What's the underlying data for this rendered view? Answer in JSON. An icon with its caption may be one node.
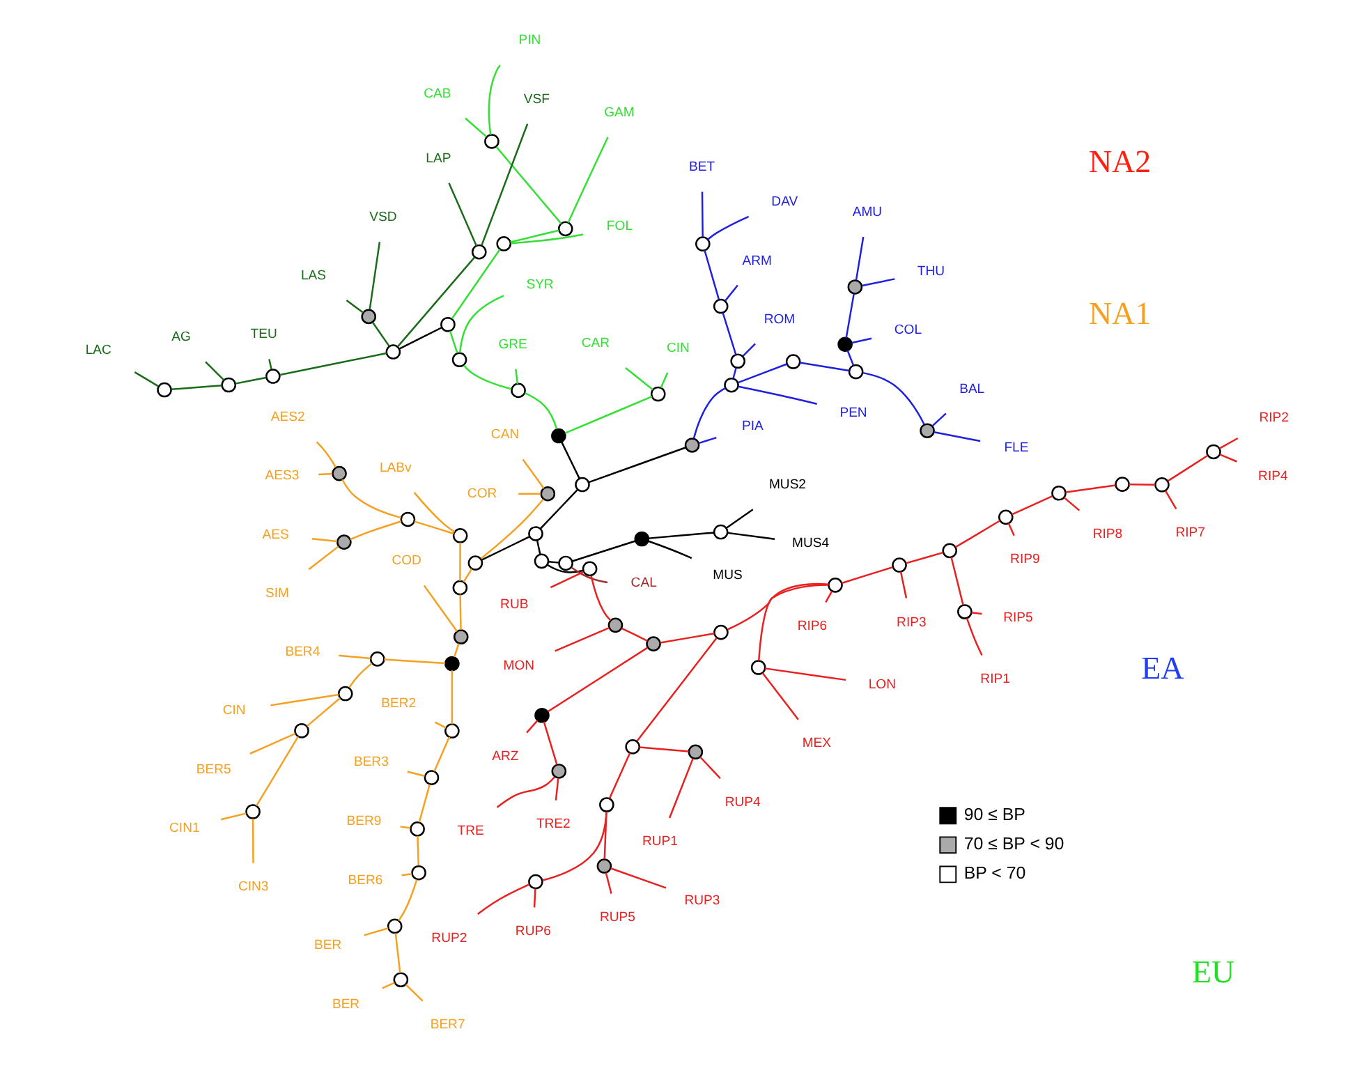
{
  "diagram": {
    "nodes": [
      {
        "text": [],
        "shape": "circle"
      },
      {
        "text": [],
        "shape": "circle"
      },
      {
        "text": [
          "CAL"
        ]
      },
      {
        "text": [],
        "shape": "circle"
      },
      {
        "text": [
          "MUS"
        ]
      },
      {
        "text": [],
        "shape": "circle"
      },
      {
        "text": [
          "MUS4"
        ]
      },
      {
        "text": [
          "MUS2"
        ]
      },
      {
        "text": [],
        "shape": "circle"
      },
      {
        "text": [],
        "shape": "circle"
      },
      {
        "text": [],
        "shape": "circle"
      },
      {
        "text": [
          "PIA"
        ]
      },
      {
        "text": [],
        "shape": "circle"
      },
      {
        "text": [
          "PEN"
        ]
      },
      {
        "text": [],
        "shape": "circle"
      },
      {
        "text": [],
        "shape": "circle"
      },
      {
        "text": [],
        "shape": "circle"
      },
      {
        "text": [
          "FLE"
        ]
      },
      {
        "text": [
          "BAL"
        ]
      },
      {
        "text": [],
        "shape": "circle"
      },
      {
        "text": [
          "COL"
        ]
      },
      {
        "text": [],
        "shape": "circle"
      },
      {
        "text": [
          "THU"
        ]
      },
      {
        "text": [
          "AMU"
        ]
      },
      {
        "text": [],
        "shape": "circle"
      },
      {
        "text": [
          "ROM"
        ]
      },
      {
        "text": [],
        "shape": "circle"
      },
      {
        "text": [
          "ARM"
        ]
      },
      {
        "text": [],
        "shape": "circle"
      },
      {
        "text": [
          "DAV"
        ]
      },
      {
        "text": [
          "BET"
        ]
      },
      {
        "text": [],
        "shape": "circle"
      },
      {
        "text": [],
        "shape": "circle"
      },
      {
        "text": [
          "CIN"
        ]
      },
      {
        "text": [
          "CAR"
        ]
      },
      {
        "text": [],
        "shape": "circle"
      },
      {
        "text": [
          "GRE"
        ]
      },
      {
        "text": [],
        "shape": "circle"
      },
      {
        "text": [
          "SYR"
        ]
      },
      {
        "text": [],
        "shape": "circle"
      },
      {
        "text": [],
        "shape": "circle"
      },
      {
        "text": [
          "FOL"
        ]
      },
      {
        "text": [],
        "shape": "circle"
      },
      {
        "text": [
          "GAM"
        ]
      },
      {
        "text": [],
        "shape": "circle"
      },
      {
        "text": [
          "PIN"
        ]
      },
      {
        "text": [
          "CAB"
        ]
      },
      {
        "text": [],
        "shape": "circle"
      },
      {
        "text": [],
        "shape": "circle"
      },
      {
        "text": [
          "VSF"
        ]
      },
      {
        "text": [
          "LAP"
        ]
      },
      {
        "text": [],
        "shape": "circle"
      },
      {
        "text": [
          "VSD"
        ]
      },
      {
        "text": [
          "LAS"
        ]
      },
      {
        "text": [],
        "shape": "circle"
      },
      {
        "text": [
          "TEU"
        ]
      },
      {
        "text": [],
        "shape": "circle"
      },
      {
        "text": [
          "AG"
        ]
      },
      {
        "text": [],
        "shape": "circle"
      },
      {
        "text": [
          "LAC"
        ]
      },
      {
        "text": [],
        "shape": "circle"
      },
      {
        "text": [],
        "shape": "circle"
      },
      {
        "text": [
          "CAN"
        ]
      },
      {
        "text": [
          "COR"
        ]
      },
      {
        "text": [],
        "shape": "circle"
      },
      {
        "text": [],
        "shape": "circle"
      },
      {
        "text": [
          "LABv"
        ]
      },
      {
        "text": [],
        "shape": "circle"
      },
      {
        "text": [],
        "shape": "circle"
      },
      {
        "text": [
          "AES2"
        ]
      },
      {
        "text": [
          "AES3"
        ]
      },
      {
        "text": [],
        "shape": "circle"
      },
      {
        "text": [
          "AES"
        ]
      },
      {
        "text": [
          "SIM"
        ]
      },
      {
        "text": [],
        "shape": "circle"
      },
      {
        "text": [
          "COD"
        ]
      },
      {
        "text": [],
        "shape": "circle"
      },
      {
        "text": [],
        "shape": "circle"
      },
      {
        "text": [
          "BER4"
        ]
      },
      {
        "text": [],
        "shape": "circle"
      },
      {
        "text": [
          "CIN"
        ]
      },
      {
        "text": [],
        "shape": "circle"
      },
      {
        "text": [
          "BER5"
        ]
      },
      {
        "text": [],
        "shape": "circle"
      },
      {
        "text": [
          "CIN1"
        ]
      },
      {
        "text": [
          "CIN3"
        ]
      },
      {
        "text": [],
        "shape": "circle"
      },
      {
        "text": [
          "BER2"
        ]
      },
      {
        "text": [],
        "shape": "circle"
      },
      {
        "text": [
          "BER3"
        ]
      },
      {
        "text": [],
        "shape": "circle"
      },
      {
        "text": [
          "BER9"
        ]
      },
      {
        "text": [],
        "shape": "circle"
      },
      {
        "text": [
          "BER6"
        ]
      },
      {
        "text": [],
        "shape": "circle"
      },
      {
        "text": [
          "BER"
        ]
      },
      {
        "text": [],
        "shape": "circle"
      },
      {
        "text": [
          "BER"
        ]
      },
      {
        "text": [
          "BER7"
        ]
      },
      {
        "text": [],
        "shape": "circle"
      },
      {
        "text": [
          "RUB"
        ]
      },
      {
        "text": [],
        "shape": "circle"
      },
      {
        "text": [
          "MON"
        ]
      },
      {
        "text": [],
        "shape": "circle"
      },
      {
        "text": [],
        "shape": "circle"
      },
      {
        "text": [
          "ARZ"
        ]
      },
      {
        "text": [],
        "shape": "circle"
      },
      {
        "text": [
          "TRE"
        ]
      },
      {
        "text": [
          "TRE2"
        ]
      },
      {
        "text": [],
        "shape": "circle"
      },
      {
        "text": [],
        "shape": "circle"
      },
      {
        "text": [],
        "shape": "circle"
      },
      {
        "text": [],
        "shape": "circle"
      },
      {
        "text": [
          "RUP2"
        ]
      },
      {
        "text": [
          "RUP6"
        ]
      },
      {
        "text": [],
        "shape": "circle"
      },
      {
        "text": [
          "RUP5"
        ]
      },
      {
        "text": [
          "RUP3"
        ]
      },
      {
        "text": [],
        "shape": "circle"
      },
      {
        "text": [
          "RUP1"
        ]
      },
      {
        "text": [
          "RUP4"
        ]
      },
      {
        "text": [],
        "shape": "circle"
      },
      {
        "text": [],
        "shape": "circle"
      },
      {
        "text": [
          "MEX"
        ]
      },
      {
        "text": [
          "LON"
        ]
      },
      {
        "text": [
          "RIP6"
        ]
      },
      {
        "text": [],
        "shape": "circle"
      },
      {
        "text": [
          "RIP3"
        ]
      },
      {
        "text": [],
        "shape": "circle"
      },
      {
        "text": [],
        "shape": "circle"
      },
      {
        "text": [
          "RIP1"
        ]
      },
      {
        "text": [
          "RIP5"
        ]
      },
      {
        "text": [],
        "shape": "circle"
      },
      {
        "text": [
          "RIP9"
        ]
      },
      {
        "text": [],
        "shape": "circle"
      },
      {
        "text": [
          "RIP8"
        ]
      },
      {
        "text": [],
        "shape": "circle"
      },
      {
        "text": [],
        "shape": "circle"
      },
      {
        "text": [
          "RIP7"
        ]
      },
      {
        "text": [],
        "shape": "circle"
      },
      {
        "text": [
          "RIP4"
        ]
      },
      {
        "text": [
          "RIP2"
        ]
      }
    ],
    "edges": [
      {
        "from": 0,
        "to": 1,
        "arrow": "none",
        "color": "#000000"
      },
      {
        "from": 0,
        "to": 8,
        "arrow": "none",
        "color": "#000000"
      },
      {
        "from": 0,
        "to": 99,
        "arrow": "none",
        "color": "#000000"
      },
      {
        "from": 1,
        "to": 2,
        "arrow": "none",
        "color": "#a52a2a"
      },
      {
        "from": 1,
        "to": 3,
        "arrow": "none",
        "color": "#000000"
      },
      {
        "from": 3,
        "to": 4,
        "arrow": "none",
        "color": "#000000"
      },
      {
        "from": 3,
        "to": 5,
        "arrow": "none",
        "color": "#000000"
      },
      {
        "from": 5,
        "to": 6,
        "arrow": "none",
        "color": "#000000"
      },
      {
        "from": 5,
        "to": 7,
        "arrow": "none",
        "color": "#000000"
      },
      {
        "from": 8,
        "to": 60,
        "arrow": "none",
        "color": "#000000"
      },
      {
        "from": 8,
        "to": 9,
        "arrow": "none",
        "color": "#000000"
      },
      {
        "from": 9,
        "to": 10,
        "arrow": "none",
        "color": "#000000"
      },
      {
        "from": 9,
        "to": 31,
        "arrow": "none",
        "color": "#000000"
      },
      {
        "from": 10,
        "to": 11,
        "arrow": "none",
        "color": "#1f1fe0"
      },
      {
        "from": 10,
        "to": 12,
        "arrow": "none",
        "color": "#1f1fe0"
      },
      {
        "from": 12,
        "to": 13,
        "arrow": "none",
        "color": "#1f1fe0"
      },
      {
        "from": 12,
        "to": 14,
        "arrow": "none",
        "color": "#1f1fe0"
      },
      {
        "from": 12,
        "to": 24,
        "arrow": "none",
        "color": "#1f1fe0"
      },
      {
        "from": 14,
        "to": 15,
        "arrow": "none",
        "color": "#1f1fe0"
      },
      {
        "from": 15,
        "to": 16,
        "arrow": "none",
        "color": "#1f1fe0"
      },
      {
        "from": 15,
        "to": 19,
        "arrow": "none",
        "color": "#1f1fe0"
      },
      {
        "from": 16,
        "to": 17,
        "arrow": "none",
        "color": "#1f1fe0"
      },
      {
        "from": 16,
        "to": 18,
        "arrow": "none",
        "color": "#1f1fe0"
      },
      {
        "from": 19,
        "to": 20,
        "arrow": "none",
        "color": "#1f1fe0"
      },
      {
        "from": 19,
        "to": 21,
        "arrow": "none",
        "color": "#1f1fe0"
      },
      {
        "from": 21,
        "to": 22,
        "arrow": "none",
        "color": "#1f1fe0"
      },
      {
        "from": 21,
        "to": 23,
        "arrow": "none",
        "color": "#1f1fe0"
      },
      {
        "from": 24,
        "to": 25,
        "arrow": "none",
        "color": "#1f1fe0"
      },
      {
        "from": 24,
        "to": 26,
        "arrow": "none",
        "color": "#1f1fe0"
      },
      {
        "from": 26,
        "to": 27,
        "arrow": "none",
        "color": "#1f1fe0"
      },
      {
        "from": 26,
        "to": 28,
        "arrow": "none",
        "color": "#1f1fe0"
      },
      {
        "from": 28,
        "to": 29,
        "arrow": "none",
        "color": "#1f1fe0"
      },
      {
        "from": 28,
        "to": 30,
        "arrow": "none",
        "color": "#1f1fe0"
      },
      {
        "from": 31,
        "to": 32,
        "arrow": "none",
        "color": "#33e033"
      },
      {
        "from": 31,
        "to": 35,
        "arrow": "none",
        "color": "#33e033"
      },
      {
        "from": 32,
        "to": 33,
        "arrow": "none",
        "color": "#33e033"
      },
      {
        "from": 32,
        "to": 34,
        "arrow": "none",
        "color": "#33e033"
      },
      {
        "from": 35,
        "to": 36,
        "arrow": "none",
        "color": "#33e033"
      },
      {
        "from": 35,
        "to": 37,
        "arrow": "none",
        "color": "#33e033"
      },
      {
        "from": 37,
        "to": 38,
        "arrow": "none",
        "color": "#33e033"
      },
      {
        "from": 37,
        "to": 39,
        "arrow": "none",
        "color": "#33e033"
      },
      {
        "from": 39,
        "to": 40,
        "arrow": "none",
        "color": "#33e033"
      },
      {
        "from": 40,
        "to": 41,
        "arrow": "none",
        "color": "#33e033"
      },
      {
        "from": 40,
        "to": 42,
        "arrow": "none",
        "color": "#33e033"
      },
      {
        "from": 42,
        "to": 43,
        "arrow": "none",
        "color": "#33e033"
      },
      {
        "from": 42,
        "to": 44,
        "arrow": "none",
        "color": "#33e033"
      },
      {
        "from": 44,
        "to": 45,
        "arrow": "none",
        "color": "#33e033"
      },
      {
        "from": 44,
        "to": 46,
        "arrow": "none",
        "color": "#33e033"
      },
      {
        "from": 39,
        "to": 47,
        "arrow": "none",
        "color": "#000000"
      },
      {
        "from": 47,
        "to": 48,
        "arrow": "none",
        "color": "#1a6b1a"
      },
      {
        "from": 47,
        "to": 51,
        "arrow": "none",
        "color": "#1a6b1a"
      },
      {
        "from": 47,
        "to": 54,
        "arrow": "none",
        "color": "#1a6b1a"
      },
      {
        "from": 48,
        "to": 49,
        "arrow": "none",
        "color": "#1a6b1a"
      },
      {
        "from": 48,
        "to": 50,
        "arrow": "none",
        "color": "#1a6b1a"
      },
      {
        "from": 51,
        "to": 52,
        "arrow": "none",
        "color": "#1a6b1a"
      },
      {
        "from": 51,
        "to": 53,
        "arrow": "none",
        "color": "#1a6b1a"
      },
      {
        "from": 54,
        "to": 55,
        "arrow": "none",
        "color": "#1a6b1a"
      },
      {
        "from": 54,
        "to": 56,
        "arrow": "none",
        "color": "#1a6b1a"
      },
      {
        "from": 56,
        "to": 57,
        "arrow": "none",
        "color": "#1a6b1a"
      },
      {
        "from": 56,
        "to": 58,
        "arrow": "none",
        "color": "#1a6b1a"
      },
      {
        "from": 58,
        "to": 59,
        "arrow": "none",
        "color": "#1a6b1a"
      },
      {
        "from": 60,
        "to": 61,
        "arrow": "none",
        "color": "#f5a020"
      },
      {
        "from": 60,
        "to": 64,
        "arrow": "none",
        "color": "#f5a020"
      },
      {
        "from": 61,
        "to": 62,
        "arrow": "none",
        "color": "#f5a020"
      },
      {
        "from": 61,
        "to": 63,
        "arrow": "none",
        "color": "#f5a020"
      },
      {
        "from": 64,
        "to": 65,
        "arrow": "none",
        "color": "#f5a020"
      },
      {
        "from": 64,
        "to": 74,
        "arrow": "none",
        "color": "#f5a020"
      },
      {
        "from": 65,
        "to": 66,
        "arrow": "none",
        "color": "#f5a020"
      },
      {
        "from": 65,
        "to": 67,
        "arrow": "none",
        "color": "#f5a020"
      },
      {
        "from": 67,
        "to": 68,
        "arrow": "none",
        "color": "#f5a020"
      },
      {
        "from": 67,
        "to": 71,
        "arrow": "none",
        "color": "#f5a020"
      },
      {
        "from": 68,
        "to": 69,
        "arrow": "none",
        "color": "#f5a020"
      },
      {
        "from": 68,
        "to": 70,
        "arrow": "none",
        "color": "#f5a020"
      },
      {
        "from": 71,
        "to": 72,
        "arrow": "none",
        "color": "#f5a020"
      },
      {
        "from": 71,
        "to": 73,
        "arrow": "none",
        "color": "#f5a020"
      },
      {
        "from": 74,
        "to": 75,
        "arrow": "none",
        "color": "#f5a020"
      },
      {
        "from": 74,
        "to": 76,
        "arrow": "none",
        "color": "#f5a020"
      },
      {
        "from": 76,
        "to": 77,
        "arrow": "none",
        "color": "#f5a020"
      },
      {
        "from": 76,
        "to": 86,
        "arrow": "none",
        "color": "#f5a020"
      },
      {
        "from": 77,
        "to": 78,
        "arrow": "none",
        "color": "#f5a020"
      },
      {
        "from": 77,
        "to": 79,
        "arrow": "none",
        "color": "#f5a020"
      },
      {
        "from": 79,
        "to": 80,
        "arrow": "none",
        "color": "#f5a020"
      },
      {
        "from": 79,
        "to": 81,
        "arrow": "none",
        "color": "#f5a020"
      },
      {
        "from": 81,
        "to": 82,
        "arrow": "none",
        "color": "#f5a020"
      },
      {
        "from": 81,
        "to": 83,
        "arrow": "none",
        "color": "#f5a020"
      },
      {
        "from": 83,
        "to": 84,
        "arrow": "none",
        "color": "#f5a020"
      },
      {
        "from": 83,
        "to": 85,
        "arrow": "none",
        "color": "#f5a020"
      },
      {
        "from": 86,
        "to": 87,
        "arrow": "none",
        "color": "#f5a020"
      },
      {
        "from": 86,
        "to": 88,
        "arrow": "none",
        "color": "#f5a020"
      },
      {
        "from": 88,
        "to": 89,
        "arrow": "none",
        "color": "#f5a020"
      },
      {
        "from": 88,
        "to": 90,
        "arrow": "none",
        "color": "#f5a020"
      },
      {
        "from": 90,
        "to": 91,
        "arrow": "none",
        "color": "#f5a020"
      },
      {
        "from": 90,
        "to": 92,
        "arrow": "none",
        "color": "#f5a020"
      },
      {
        "from": 92,
        "to": 93,
        "arrow": "none",
        "color": "#f5a020"
      },
      {
        "from": 92,
        "to": 94,
        "arrow": "none",
        "color": "#f5a020"
      },
      {
        "from": 94,
        "to": 95,
        "arrow": "none",
        "color": "#f5a020"
      },
      {
        "from": 94,
        "to": 96,
        "arrow": "none",
        "color": "#f5a020"
      },
      {
        "from": 96,
        "to": 97,
        "arrow": "none",
        "color": "#f5a020"
      },
      {
        "from": 96,
        "to": 98,
        "arrow": "none",
        "color": "#f5a020"
      },
      {
        "from": 99,
        "to": 100,
        "arrow": "none",
        "color": "#e82020"
      },
      {
        "from": 99,
        "to": 101,
        "arrow": "none",
        "color": "#e82020"
      },
      {
        "from": 101,
        "to": 102,
        "arrow": "none",
        "color": "#e82020"
      },
      {
        "from": 101,
        "to": 103,
        "arrow": "none",
        "color": "#e82020"
      },
      {
        "from": 103,
        "to": 104,
        "arrow": "none",
        "color": "#e82020"
      },
      {
        "from": 103,
        "to": 109,
        "arrow": "none",
        "color": "#e82020"
      },
      {
        "from": 104,
        "to": 105,
        "arrow": "none",
        "color": "#e82020"
      },
      {
        "from": 104,
        "to": 106,
        "arrow": "none",
        "color": "#e82020"
      },
      {
        "from": 106,
        "to": 107,
        "arrow": "none",
        "color": "#e82020"
      },
      {
        "from": 106,
        "to": 108,
        "arrow": "none",
        "color": "#e82020"
      },
      {
        "from": 109,
        "to": 110,
        "arrow": "none",
        "color": "#e82020"
      },
      {
        "from": 109,
        "to": 121,
        "arrow": "none",
        "color": "#e82020"
      },
      {
        "from": 110,
        "to": 111,
        "arrow": "none",
        "color": "#e82020"
      },
      {
        "from": 110,
        "to": 118,
        "arrow": "none",
        "color": "#e82020"
      },
      {
        "from": 111,
        "to": 112,
        "arrow": "none",
        "color": "#e82020"
      },
      {
        "from": 111,
        "to": 115,
        "arrow": "none",
        "color": "#e82020"
      },
      {
        "from": 112,
        "to": 113,
        "arrow": "none",
        "color": "#e82020"
      },
      {
        "from": 112,
        "to": 114,
        "arrow": "none",
        "color": "#e82020"
      },
      {
        "from": 115,
        "to": 116,
        "arrow": "none",
        "color": "#e82020"
      },
      {
        "from": 115,
        "to": 117,
        "arrow": "none",
        "color": "#e82020"
      },
      {
        "from": 118,
        "to": 119,
        "arrow": "none",
        "color": "#e82020"
      },
      {
        "from": 118,
        "to": 120,
        "arrow": "none",
        "color": "#e82020"
      },
      {
        "from": 121,
        "to": 122,
        "arrow": "none",
        "color": "#e82020"
      },
      {
        "from": 121,
        "to": 125,
        "arrow": "none",
        "color": "#e82020"
      },
      {
        "from": 121,
        "to": 126,
        "arrow": "none",
        "color": "#e82020"
      },
      {
        "from": 122,
        "to": 123,
        "arrow": "none",
        "color": "#e82020"
      },
      {
        "from": 122,
        "to": 124,
        "arrow": "none",
        "color": "#e82020"
      },
      {
        "from": 126,
        "to": 127,
        "arrow": "none",
        "color": "#e82020"
      },
      {
        "from": 126,
        "to": 128,
        "arrow": "none",
        "color": "#e82020"
      },
      {
        "from": 128,
        "to": 129,
        "arrow": "none",
        "color": "#e82020"
      },
      {
        "from": 128,
        "to": 132,
        "arrow": "none",
        "color": "#e82020"
      },
      {
        "from": 129,
        "to": 130,
        "arrow": "none",
        "color": "#e82020"
      },
      {
        "from": 129,
        "to": 131,
        "arrow": "none",
        "color": "#e82020"
      },
      {
        "from": 132,
        "to": 133,
        "arrow": "none",
        "color": "#e82020"
      },
      {
        "from": 132,
        "to": 134,
        "arrow": "none",
        "color": "#e82020"
      },
      {
        "from": 134,
        "to": 135,
        "arrow": "none",
        "color": "#e82020"
      },
      {
        "from": 134,
        "to": 136,
        "arrow": "none",
        "color": "#e82020"
      },
      {
        "from": 136,
        "to": 137,
        "arrow": "none",
        "color": "#e82020"
      },
      {
        "from": 137,
        "to": 138,
        "arrow": "none",
        "color": "#e82020"
      },
      {
        "from": 137,
        "to": 139,
        "arrow": "none",
        "color": "#e82020"
      },
      {
        "from": 139,
        "to": 140,
        "arrow": "none",
        "color": "#e82020"
      },
      {
        "from": 139,
        "to": 141,
        "arrow": "none",
        "color": "#e82020"
      }
    ],
    "labels": [
      "EA",
      "EU",
      "NA1",
      "NA2"
    ],
    "legend": [
      {
        "text": "90 ≤ BP",
        "color": "#000000"
      },
      {
        "text": "70 ≤ BP < 90",
        "color": "#aaaaaa"
      },
      {
        "text": "BP < 70",
        "color": "#ffffff"
      }
    ]
  }
}
